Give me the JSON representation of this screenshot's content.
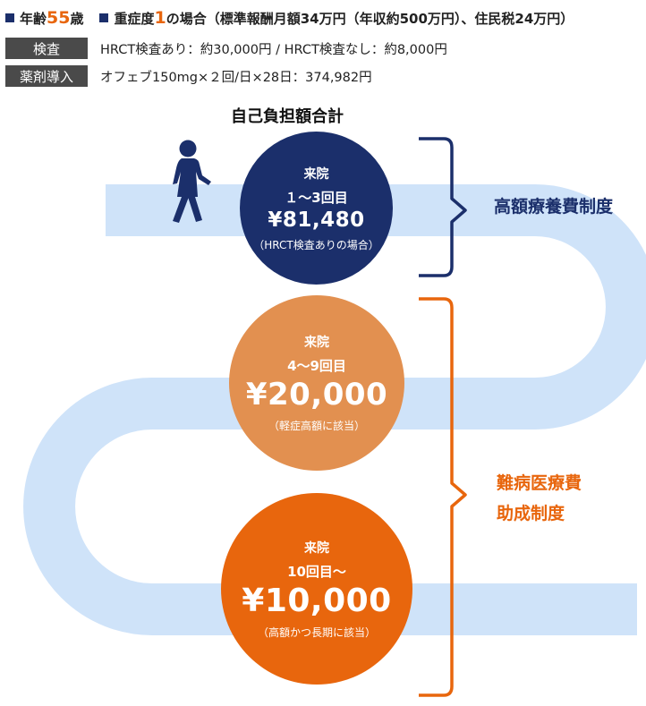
{
  "header": {
    "age_prefix": "年齢",
    "age_value": "55",
    "age_suffix": "歳",
    "severity_prefix": "重症度",
    "severity_value": "1",
    "severity_suffix": "の場合（標準報酬月額34万円（年収約500万円）、住民税24万円）"
  },
  "info": [
    {
      "label": "検査",
      "text": "HRCT検査あり：約30,000円 / HRCT検査なし：約8,000円"
    },
    {
      "label": "薬剤導入",
      "text": "オフェブ150mg×２回/日×28日：374,982円"
    }
  ],
  "section_title": "自己負担額合計",
  "visits": [
    {
      "visit": "来院",
      "range": "１～3回目",
      "amount": "¥81,480",
      "note": "（HRCT検査ありの場合）",
      "color": "#1b2f6b"
    },
    {
      "visit": "来院",
      "range": "4～9回目",
      "amount": "¥20,000",
      "note": "（軽症高額に該当）",
      "color": "#e29050"
    },
    {
      "visit": "来院",
      "range": "10回目～",
      "amount": "¥10,000",
      "note": "（高額かつ長期に該当）",
      "color": "#e8660d"
    }
  ],
  "systems": [
    {
      "lines": [
        "高額療養費制度"
      ],
      "color": "#1b2f6b"
    },
    {
      "lines": [
        "難病医療費",
        "助成制度"
      ],
      "color": "#e8660d"
    }
  ],
  "colors": {
    "path": "#cfe3f9",
    "navy": "#1b2f6b",
    "orange": "#e8660d",
    "light_orange": "#e29050",
    "label_bg": "#4a4a4a"
  },
  "icons": {
    "person": "walking-person-icon"
  }
}
